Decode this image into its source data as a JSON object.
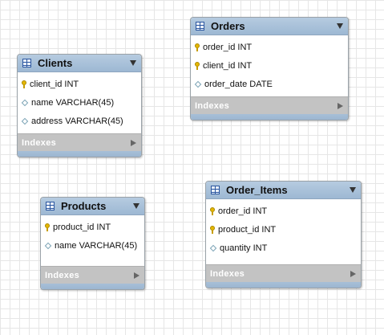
{
  "tables": {
    "clients": {
      "title": "Clients",
      "columns": [
        {
          "name": "client_id INT",
          "icon": "primary-key-icon"
        },
        {
          "name": "name VARCHAR(45)",
          "icon": "column-diamond-icon"
        },
        {
          "name": "address VARCHAR(45)",
          "icon": "column-diamond-icon"
        }
      ],
      "indexes_label": "Indexes"
    },
    "orders": {
      "title": "Orders",
      "columns": [
        {
          "name": "order_id INT",
          "icon": "primary-key-icon"
        },
        {
          "name": "client_id INT",
          "icon": "primary-key-icon"
        },
        {
          "name": "order_date DATE",
          "icon": "column-diamond-icon"
        }
      ],
      "indexes_label": "Indexes"
    },
    "products": {
      "title": "Products",
      "columns": [
        {
          "name": "product_id INT",
          "icon": "primary-key-icon"
        },
        {
          "name": "name VARCHAR(45)",
          "icon": "column-diamond-icon"
        }
      ],
      "indexes_label": "Indexes"
    },
    "order_items": {
      "title": "Order_Items",
      "columns": [
        {
          "name": "order_id INT",
          "icon": "primary-key-icon"
        },
        {
          "name": "product_id INT",
          "icon": "primary-key-icon"
        },
        {
          "name": "quantity INT",
          "icon": "column-diamond-icon"
        }
      ],
      "indexes_label": "Indexes"
    }
  },
  "colors": {
    "header_blue": "#9db8d3",
    "indexes_gray": "#c3c3c3",
    "key_yellow": "#e6b800",
    "diamond_teal": "#7aa3b5"
  }
}
